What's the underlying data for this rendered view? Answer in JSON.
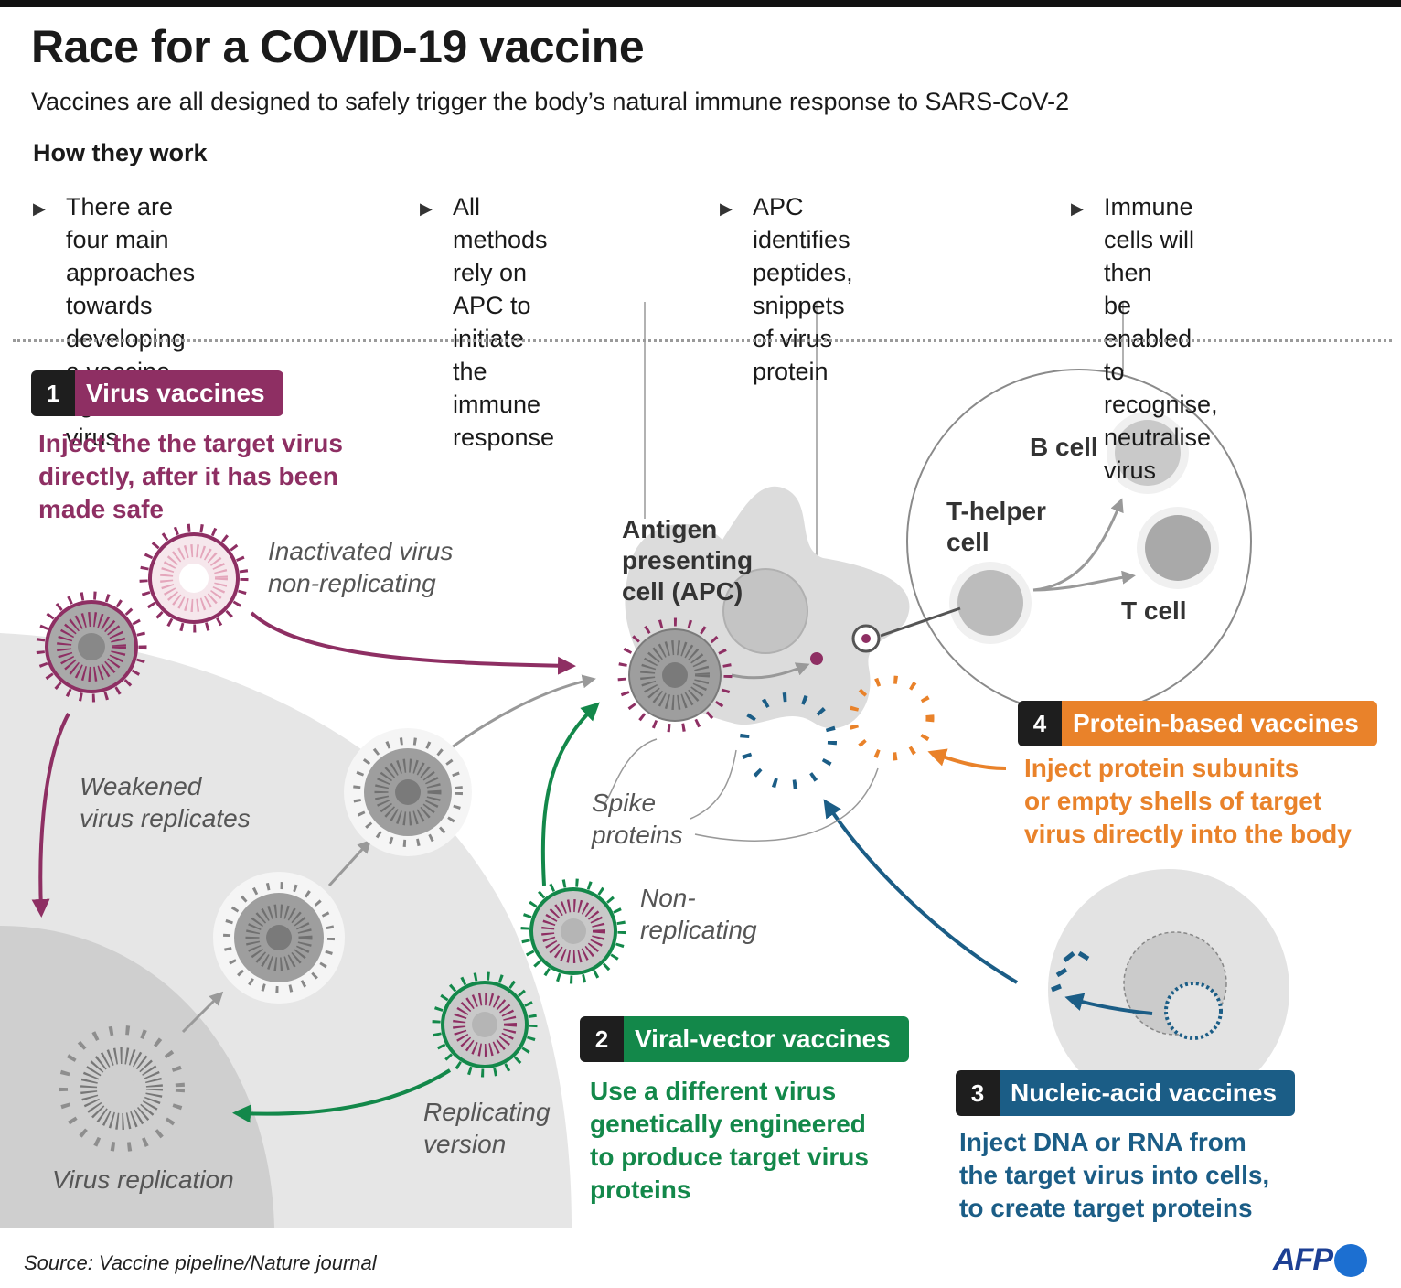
{
  "title": "Race for a COVID-19 vaccine",
  "subtitle": "Vaccines are all designed to safely trigger the body’s natural immune response to SARS-CoV-2",
  "how_heading": "How they work",
  "bullets": [
    "There are four main\napproaches towards\ndeveloping a vaccine\nagainst a virus",
    "All methods rely on\nAPC to initiate the\nimmune response",
    "APC identifies peptides,\nsnippets of virus\nprotein",
    "Immune cells will then\nbe enabled to recognise,\nneutralise virus"
  ],
  "labels": {
    "inactivated": "Inactivated virus\nnon-replicating",
    "weakened": "Weakened\nvirus replicates",
    "replication": "Virus replication",
    "replicating_version": "Replicating\nversion",
    "non_replicating": "Non-\nreplicating",
    "spike": "Spike\nproteins",
    "apc": "Antigen\npresenting\ncell (APC)",
    "b_cell": "B cell",
    "t_helper": "T-helper\ncell",
    "t_cell": "T cell"
  },
  "vaccines": [
    {
      "num": "1",
      "name": "Virus vaccines",
      "desc": "Inject the the target virus\ndirectly, after it has been\nmade safe",
      "color": "#8e2f63"
    },
    {
      "num": "2",
      "name": "Viral-vector vaccines",
      "desc": "Use a different virus\ngenetically engineered\nto produce target virus\nproteins",
      "color": "#13884a"
    },
    {
      "num": "3",
      "name": "Nucleic-acid vaccines",
      "desc": "Inject DNA or RNA from\nthe target virus into cells,\nto create target proteins",
      "color": "#1b5d86"
    },
    {
      "num": "4",
      "name": "Protein-based vaccines",
      "desc": "Inject protein subunits\nor empty shells of target\nvirus directly into the body",
      "color": "#e9822a"
    }
  ],
  "colors": {
    "crimson": "#8e2f63",
    "green": "#13884a",
    "blue": "#1b5d86",
    "orange": "#e9822a",
    "grey_bg": "#e6e6e6"
  },
  "source": "Source: Vaccine pipeline/Nature journal",
  "logo": "AFP"
}
